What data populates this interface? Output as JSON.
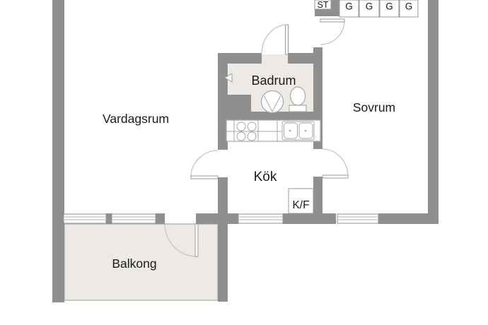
{
  "plan": {
    "rooms": [
      {
        "label": "Vardagsrum"
      },
      {
        "label": "Badrum"
      },
      {
        "label": "Sovrum"
      },
      {
        "label": "Kök"
      },
      {
        "label": "Balkong"
      }
    ],
    "closets": [
      {
        "label": "ST"
      },
      {
        "label": "G"
      },
      {
        "label": "G"
      },
      {
        "label": "G"
      },
      {
        "label": "G"
      }
    ],
    "appliances": {
      "fridge_freezer_label": "K/F"
    },
    "colors": {
      "wall": "#8f8f8f",
      "floor_accent": "#edeae5",
      "fixture_line": "#a9a7a4",
      "text": "#1a1a1a",
      "background": "#ffffff"
    }
  }
}
